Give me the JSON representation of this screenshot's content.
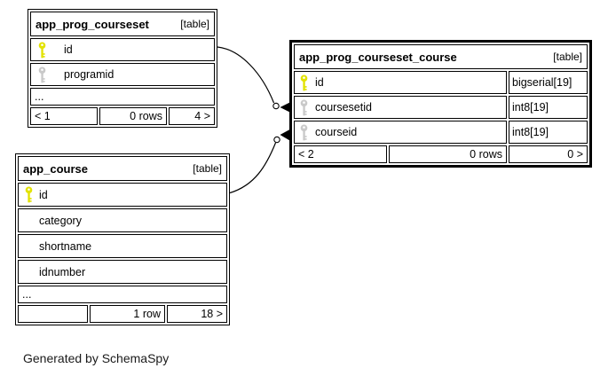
{
  "colors": {
    "primary_key": "#e2e200",
    "foreign_key": "#c9c9c9",
    "border": "#000000",
    "background": "#ffffff"
  },
  "generated_by": "Generated by SchemaSpy",
  "tables": [
    {
      "name": "app_prog_courseset",
      "kind": "[table]",
      "columns": [
        {
          "name": "id",
          "key": "primary"
        },
        {
          "name": "programid",
          "key": "foreign"
        }
      ],
      "ellipsis": "...",
      "footer": {
        "prev": "< 1",
        "rows": "0 rows",
        "next": "4 >"
      }
    },
    {
      "name": "app_prog_courseset_course",
      "kind": "[table]",
      "columns": [
        {
          "name": "id",
          "key": "primary",
          "type": "bigserial[19]"
        },
        {
          "name": "coursesetid",
          "key": "foreign",
          "type": "int8[19]"
        },
        {
          "name": "courseid",
          "key": "foreign",
          "type": "int8[19]"
        }
      ],
      "footer": {
        "prev": "< 2",
        "rows": "0 rows",
        "next": "0 >"
      }
    },
    {
      "name": "app_course",
      "kind": "[table]",
      "columns": [
        {
          "name": "id",
          "key": "primary"
        },
        {
          "name": "category",
          "key": "none"
        },
        {
          "name": "shortname",
          "key": "none"
        },
        {
          "name": "idnumber",
          "key": "none"
        }
      ],
      "ellipsis": "...",
      "footer": {
        "prev": "",
        "rows": "1 row",
        "next": "18 >"
      }
    }
  ],
  "relationships": [
    {
      "from_table": "app_prog_courseset",
      "from_column": "id",
      "to_table": "app_prog_courseset_course",
      "to_column": "coursesetid"
    },
    {
      "from_table": "app_course",
      "from_column": "id",
      "to_table": "app_prog_courseset_course",
      "to_column": "courseid"
    }
  ]
}
